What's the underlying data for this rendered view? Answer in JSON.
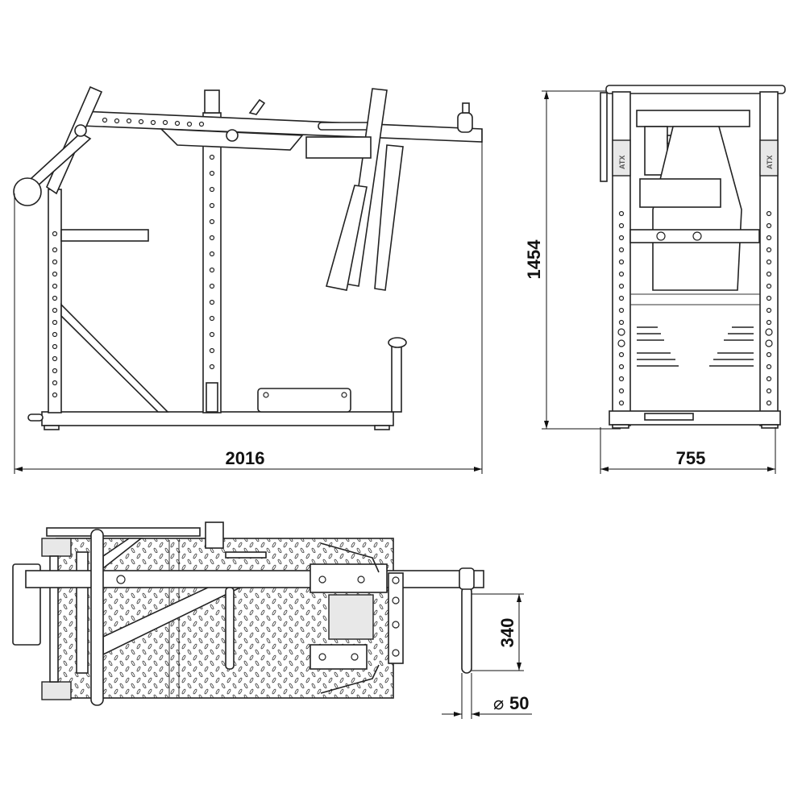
{
  "dimensions": {
    "length": "2016",
    "width": "755",
    "height": "1454",
    "pin_length": "340",
    "pin_diameter_symbol": "⌀",
    "pin_diameter": "50"
  },
  "brand_logo": "ATX",
  "colors": {
    "line": "#222222",
    "background": "#ffffff"
  }
}
